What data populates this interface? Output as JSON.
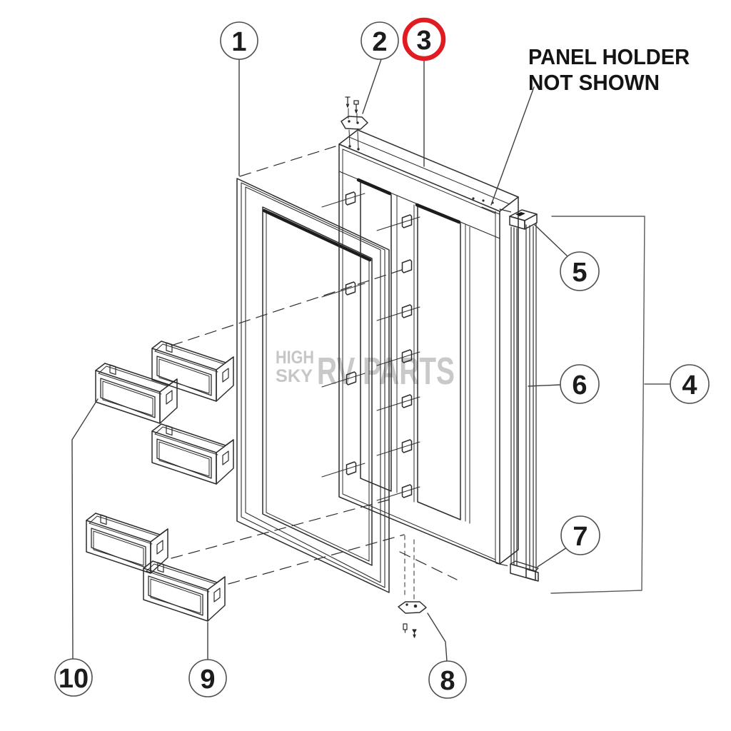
{
  "annotation": {
    "line1": "PANEL HOLDER",
    "line2": "NOT SHOWN"
  },
  "watermark": {
    "small_top": "HIGH",
    "small_bottom": "SKY",
    "large": "RV PARTS"
  },
  "callouts": [
    {
      "number": "1"
    },
    {
      "number": "2"
    },
    {
      "number": "3",
      "highlighted": true
    },
    {
      "number": "4"
    },
    {
      "number": "5"
    },
    {
      "number": "6"
    },
    {
      "number": "7"
    },
    {
      "number": "8"
    },
    {
      "number": "9"
    },
    {
      "number": "10"
    }
  ],
  "highlight": {
    "highlighted_callout": "3",
    "ring_color": "#e11b22"
  },
  "colors": {
    "line": "#2d2d2d",
    "leader": "#3f3f3f",
    "background": "#ffffff",
    "watermark": "#c6c6c6"
  }
}
